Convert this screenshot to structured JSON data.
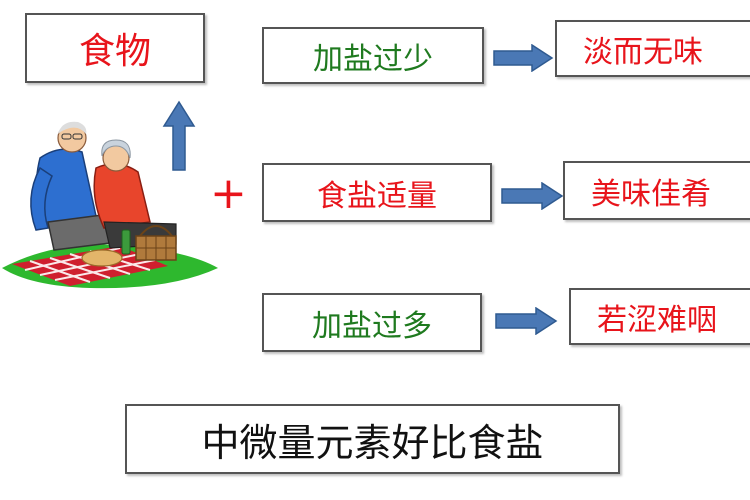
{
  "food_box": {
    "label": "食物"
  },
  "plus_sign": "+",
  "rows": [
    {
      "cause": "加盐过少",
      "result": "淡而无味"
    },
    {
      "cause": "食盐适量",
      "result": "美味佳肴"
    },
    {
      "cause": "加盐过多",
      "result": "若涩难咽"
    }
  ],
  "bottom_caption": "中微量元素好比食盐",
  "colors": {
    "result_text": "#e8141b",
    "cause_text_top": "#1f7a1f",
    "cause_text_mid": "#e8141b",
    "cause_text_bottom": "#1f7a1f",
    "arrow_fill": "#4a78b5",
    "border": "#555555"
  },
  "illustration": "elderly-couple-picnic"
}
